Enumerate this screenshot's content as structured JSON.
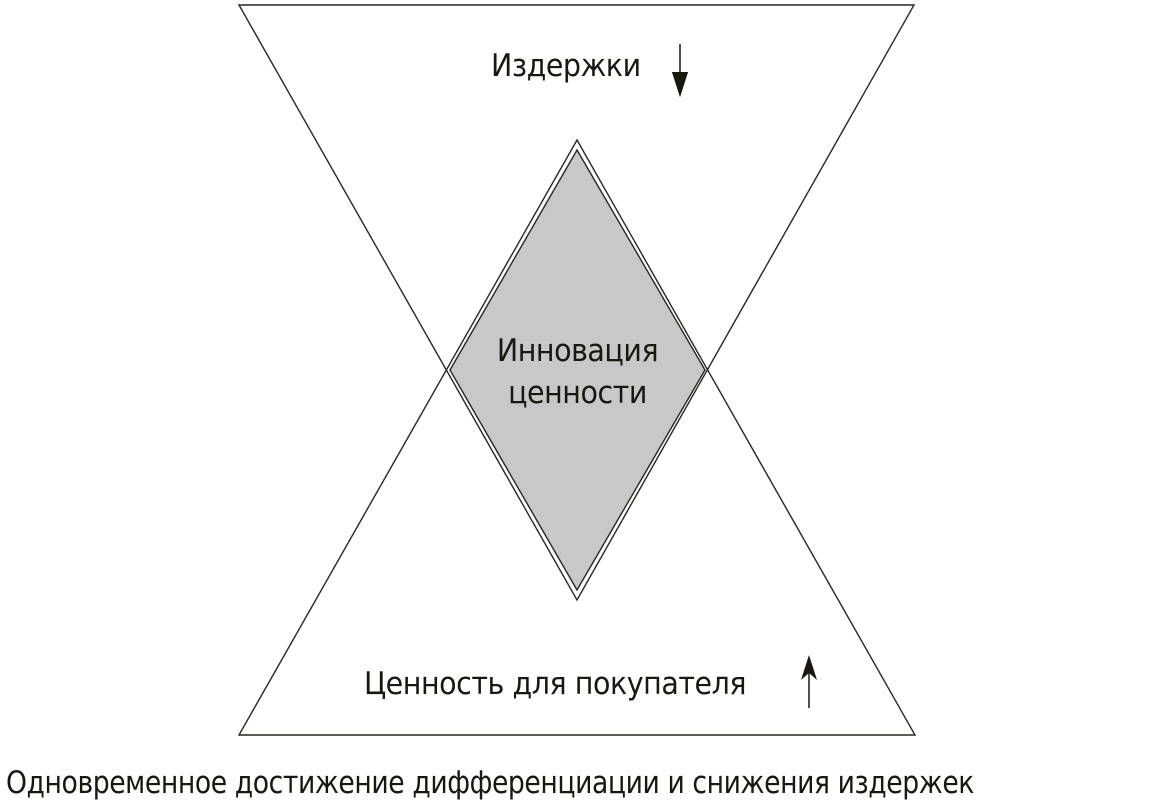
{
  "diagram": {
    "title": "Одновременное достижение дифференциации и снижения издержек",
    "top_section": {
      "label": "Издержки",
      "arrow_icon": "arrow-down-icon",
      "arrow_direction": "down"
    },
    "center_section": {
      "label_line1": "Инновация",
      "label_line2": "ценности",
      "fill_color": "#c8c8c8"
    },
    "bottom_section": {
      "label": "Ценность для покупателя",
      "arrow_icon": "arrow-up-icon",
      "arrow_direction": "up"
    },
    "colors": {
      "line": "#2a2620",
      "text": "#1a1710",
      "diamond_fill": "#c8c8c8",
      "background": "#ffffff"
    }
  }
}
